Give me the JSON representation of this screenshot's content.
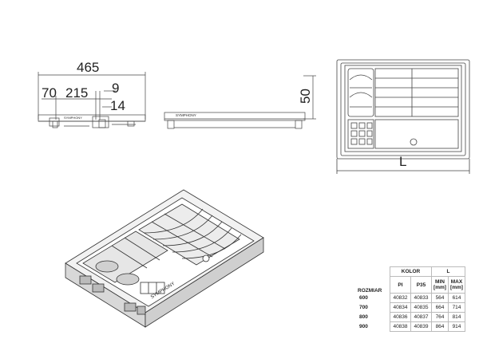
{
  "side_view": {
    "overall_width": "465",
    "offset_a": "70",
    "offset_b": "215",
    "offset_c": "9",
    "offset_d": "14",
    "brand_text": "SYMPHONY"
  },
  "front_view": {
    "height": "50",
    "brand_text": "SYMPHONY"
  },
  "top_view": {
    "width_label": "L"
  },
  "perspective": {
    "brand_text": "SYMPHONY"
  },
  "spec_table": {
    "group_kolor": "KOLOR",
    "group_l": "L",
    "size_header": "ROZMIAR",
    "col_pi": "PI",
    "col_p35": "P35",
    "col_min": "MIN [mm]",
    "col_max": "MAX [mm]",
    "rows": [
      {
        "size": "600",
        "pi": "40832",
        "p35": "40833",
        "min": "564",
        "max": "614"
      },
      {
        "size": "700",
        "pi": "40834",
        "p35": "40835",
        "min": "664",
        "max": "714"
      },
      {
        "size": "800",
        "pi": "40836",
        "p35": "40837",
        "min": "764",
        "max": "814"
      },
      {
        "size": "900",
        "pi": "40838",
        "p35": "40839",
        "min": "864",
        "max": "914"
      }
    ]
  }
}
